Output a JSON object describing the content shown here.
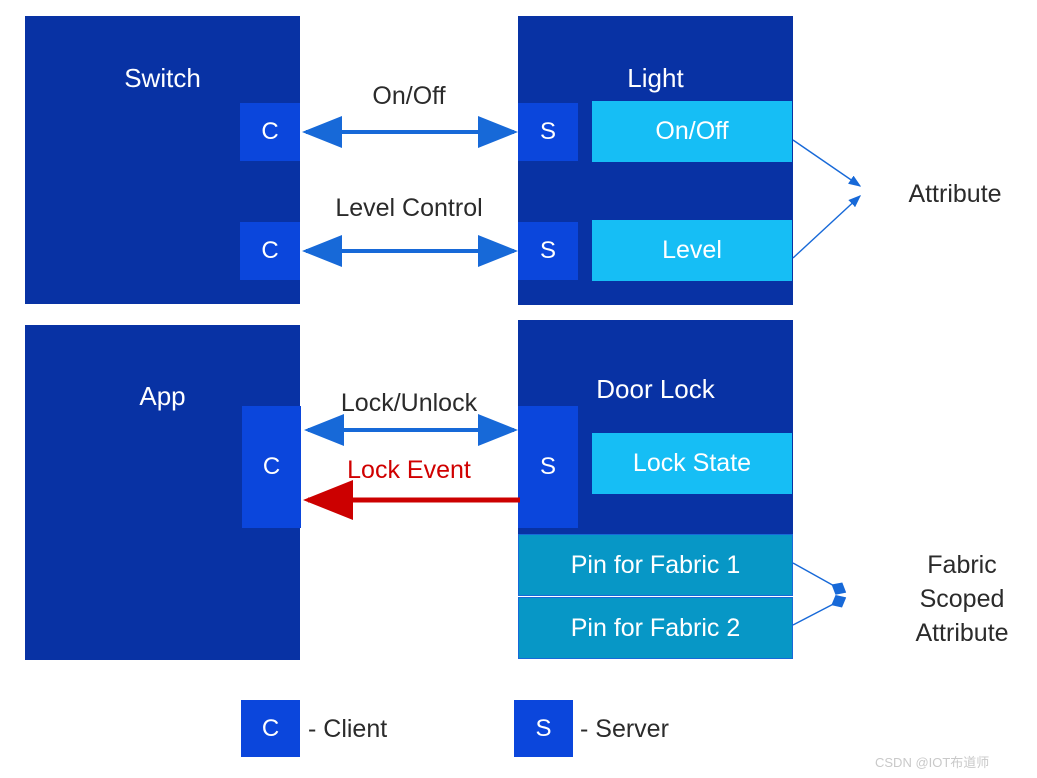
{
  "diagram": {
    "title_hidden": "",
    "colors": {
      "device_bg": "#0832A4",
      "badge_bg": "#0B46DC",
      "attribute_chip": "#16BEF5",
      "fabric_chip": "#0797C6",
      "arrow_blue": "#1769D8",
      "arrow_red": "#D00000",
      "label_text": "#2B2B2B"
    }
  },
  "rows": [
    {
      "client_device": {
        "name": "Switch",
        "badges": [
          {
            "label": "C",
            "role": "client"
          },
          {
            "label": "C",
            "role": "client"
          }
        ]
      },
      "server_device": {
        "name": "Light",
        "badges": [
          {
            "label": "S",
            "role": "server"
          },
          {
            "label": "S",
            "role": "server"
          }
        ],
        "attributes": [
          {
            "label": "On/Off",
            "kind": "attribute"
          },
          {
            "label": "Level",
            "kind": "attribute"
          }
        ]
      },
      "connectors": [
        {
          "label": "On/Off",
          "direction": "bidirectional",
          "color": "blue"
        },
        {
          "label": "Level Control",
          "direction": "bidirectional",
          "color": "blue"
        }
      ],
      "callout": "Attribute"
    },
    {
      "client_device": {
        "name": "App",
        "badges": [
          {
            "label": "C",
            "role": "client"
          }
        ]
      },
      "server_device": {
        "name": "Door Lock",
        "badges": [
          {
            "label": "S",
            "role": "server"
          }
        ],
        "attributes": [
          {
            "label": "Lock State",
            "kind": "attribute"
          },
          {
            "label": "Pin for Fabric 1",
            "kind": "fabric-scoped"
          },
          {
            "label": "Pin for Fabric 2",
            "kind": "fabric-scoped"
          }
        ]
      },
      "connectors": [
        {
          "label": "Lock/Unlock",
          "direction": "bidirectional",
          "color": "blue"
        },
        {
          "label": "Lock Event",
          "direction": "right-to-left",
          "color": "red"
        }
      ],
      "callout": "Fabric\nScoped\nAttribute"
    }
  ],
  "legend": [
    {
      "badge": "C",
      "text": "- Client"
    },
    {
      "badge": "S",
      "text": "- Server"
    }
  ],
  "watermark": "CSDN @IOT布道师"
}
